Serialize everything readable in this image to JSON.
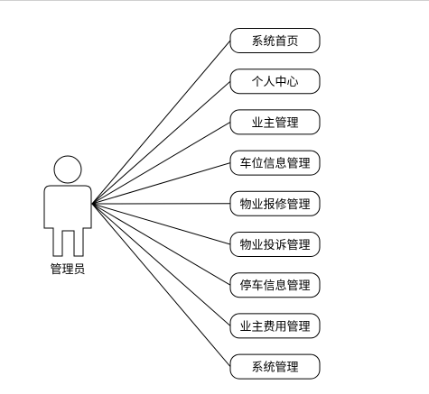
{
  "actor": {
    "label": "管理员"
  },
  "use_cases": [
    {
      "label": "系统首页"
    },
    {
      "label": "个人中心"
    },
    {
      "label": "业主管理"
    },
    {
      "label": "车位信息管理"
    },
    {
      "label": "物业报修管理"
    },
    {
      "label": "物业投诉管理"
    },
    {
      "label": "停车信息管理"
    },
    {
      "label": "业主费用管理"
    },
    {
      "label": "系统管理"
    }
  ]
}
